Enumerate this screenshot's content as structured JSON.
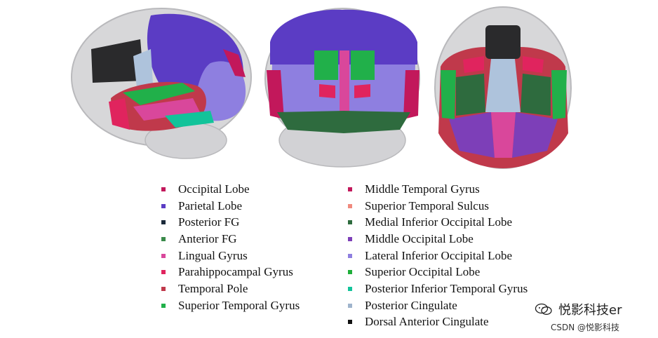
{
  "legend": {
    "left": [
      {
        "label": "Occipital Lobe",
        "color": "#c2185b"
      },
      {
        "label": "Parietal Lobe",
        "color": "#5b3cc4"
      },
      {
        "label": "Posterior FG",
        "color": "#1b2a3a"
      },
      {
        "label": "Anterior FG",
        "color": "#3a8a4a"
      },
      {
        "label": "Lingual Gyrus",
        "color": "#d9479b"
      },
      {
        "label": "Parahippocampal Gyrus",
        "color": "#e0245e"
      },
      {
        "label": "Temporal Pole",
        "color": "#c0394b"
      },
      {
        "label": "Superior Temporal Gyrus",
        "color": "#21b04a"
      }
    ],
    "right": [
      {
        "label": "Middle Temporal Gyrus",
        "color": "#c2185b"
      },
      {
        "label": "Superior Temporal Sulcus",
        "color": "#f08a7e"
      },
      {
        "label": "Medial Inferior Occipital Lobe",
        "color": "#2e6b3e"
      },
      {
        "label": "Middle Occipital Lobe",
        "color": "#7d3fb8"
      },
      {
        "label": "Lateral Inferior Occipital Lobe",
        "color": "#8e7fe0"
      },
      {
        "label": "Superior Occipital Lobe",
        "color": "#1fae3a"
      },
      {
        "label": "Posterior Inferior Temporal Gyrus",
        "color": "#12c39a"
      },
      {
        "label": "Posterior Cingulate",
        "color": "#9fb4cc"
      },
      {
        "label": "Dorsal Anterior Cingulate",
        "color": "#111111"
      }
    ]
  },
  "watermark": {
    "main": "悦影科技er",
    "sub": "CSDN @悦影科技"
  }
}
